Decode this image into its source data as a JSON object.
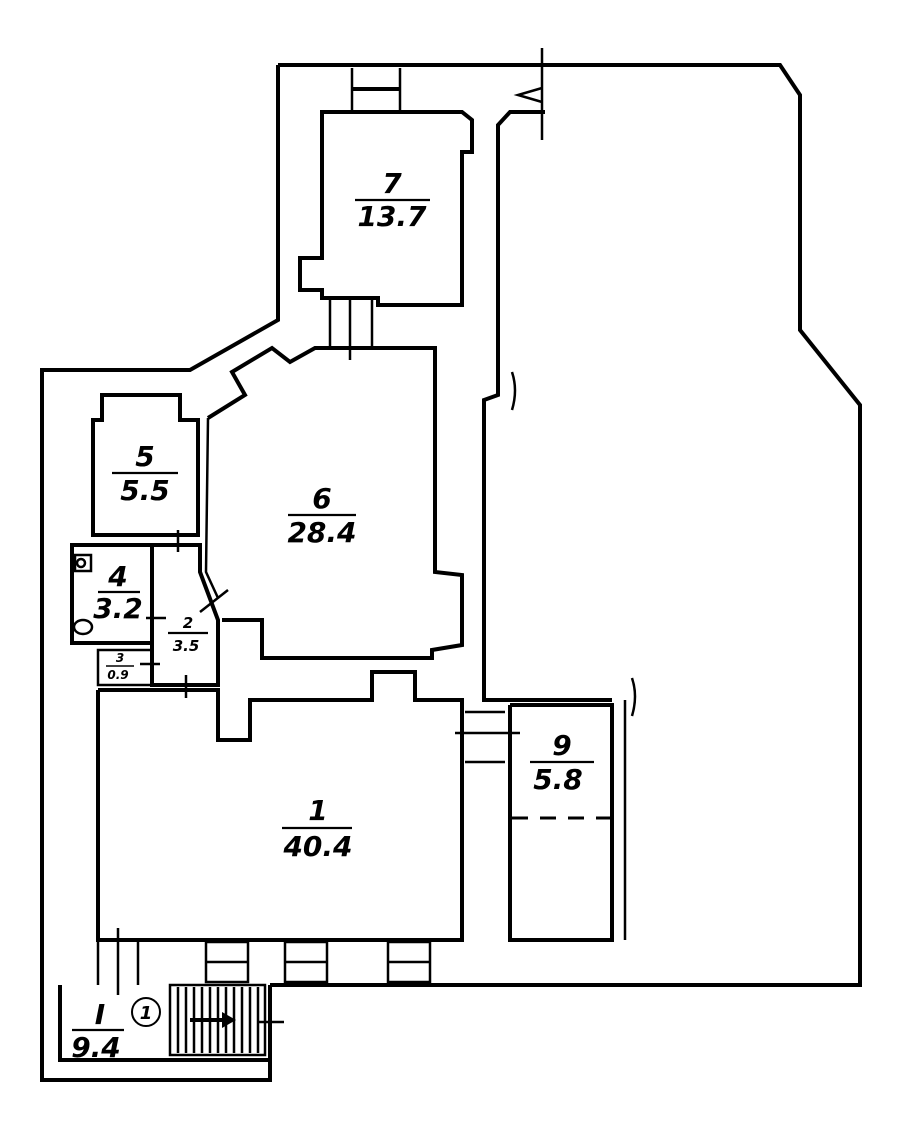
{
  "rooms": [
    {
      "id": "r1",
      "number": "1",
      "area": "40.4"
    },
    {
      "id": "r2",
      "number": "2",
      "area": "3.5"
    },
    {
      "id": "r3",
      "number": "3",
      "area": "0.9"
    },
    {
      "id": "r4",
      "number": "4",
      "area": "3.2"
    },
    {
      "id": "r5",
      "number": "5",
      "area": "5.5"
    },
    {
      "id": "r6",
      "number": "6",
      "area": "28.4"
    },
    {
      "id": "r7",
      "number": "7",
      "area": "13.7"
    },
    {
      "id": "r9",
      "number": "9",
      "area": "5.8"
    },
    {
      "id": "rI",
      "number": "I",
      "area": "9.4"
    }
  ],
  "entrance_marker": "1"
}
